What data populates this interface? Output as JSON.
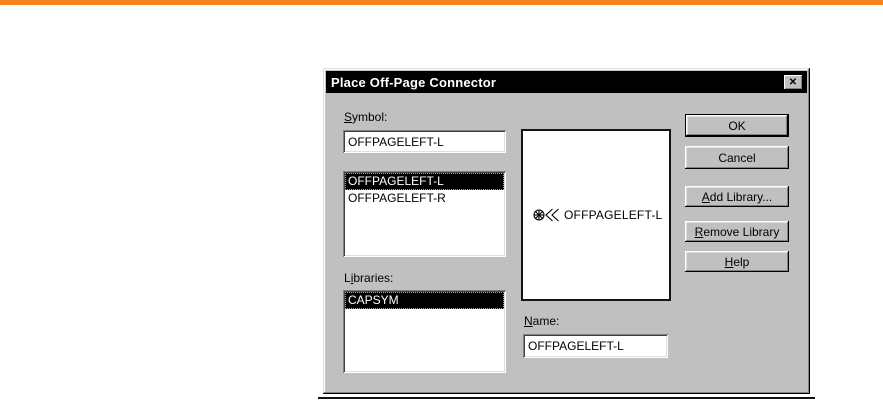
{
  "colors": {
    "accent_orange": "#F5821F",
    "dialog_bg": "#C0C0C0",
    "titlebar_bg": "#000000",
    "titlebar_text": "#FFFFFF",
    "selection_bg": "#000000",
    "selection_text": "#FFFFFF"
  },
  "dialog": {
    "title": "Place Off-Page Connector",
    "close_icon": "✕",
    "fields": {
      "symbol": {
        "label": {
          "pre": "",
          "key": "S",
          "post": "ymbol:"
        },
        "value": "OFFPAGELEFT-L"
      },
      "libraries": {
        "label": {
          "pre": "L",
          "key": "i",
          "post": "braries:"
        }
      },
      "name": {
        "label": {
          "pre": "",
          "key": "N",
          "post": "ame:"
        },
        "value": "OFFPAGELEFT-L"
      }
    },
    "symbol_list": {
      "items": [
        {
          "label": "OFFPAGELEFT-L",
          "selected": true
        },
        {
          "label": "OFFPAGELEFT-R",
          "selected": false
        }
      ]
    },
    "libraries_list": {
      "items": [
        {
          "label": "CAPSYM",
          "selected": true
        }
      ]
    },
    "preview": {
      "icon": "offpage-connector-left-glyph",
      "symbol_name": "OFFPAGELEFT-L"
    },
    "buttons": [
      {
        "pre": "OK",
        "key": "",
        "post": ""
      },
      {
        "pre": "Cancel",
        "key": "",
        "post": ""
      },
      {
        "pre": "",
        "key": "A",
        "post": "dd Library..."
      },
      {
        "pre": "",
        "key": "R",
        "post": "emove Library"
      },
      {
        "pre": "",
        "key": "H",
        "post": "elp"
      }
    ]
  }
}
